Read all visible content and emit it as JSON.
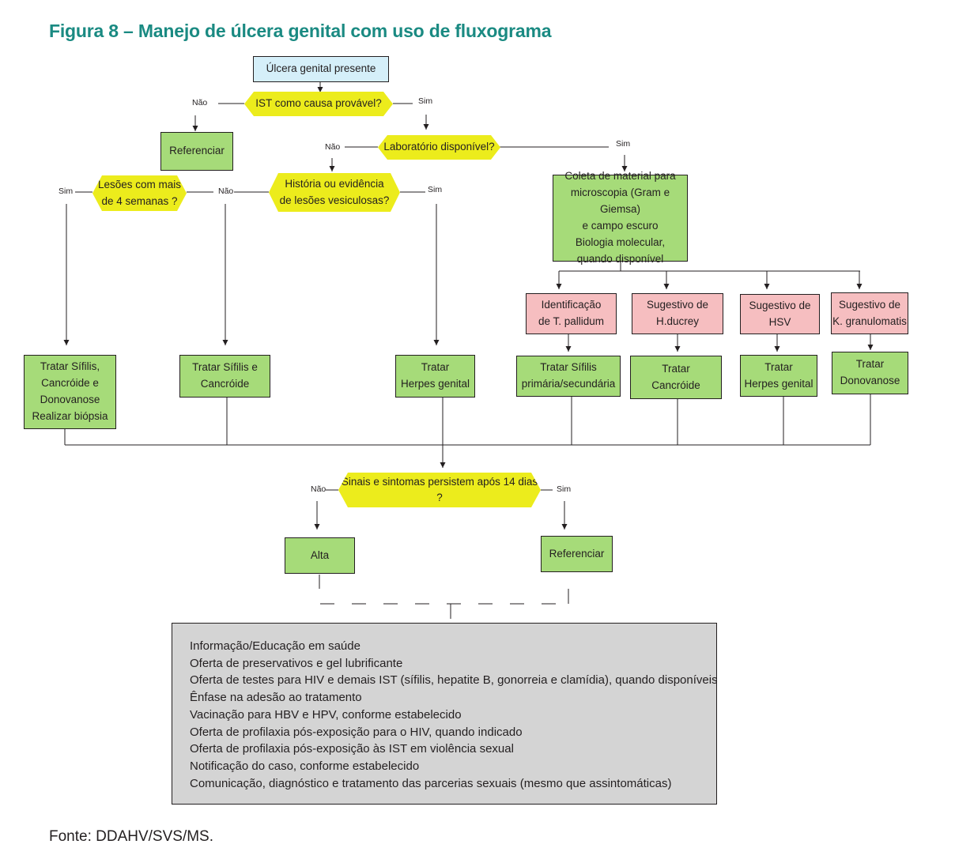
{
  "title": "Figura 8 – Manejo de úlcera genital com uso de fluxograma",
  "source": "Fonte: DDAHV/SVS/MS.",
  "colors": {
    "title": "#1a8a82",
    "start": "#d5eff9",
    "decision": "#ecec1c",
    "action": "#a6db79",
    "finding": "#f6bec0",
    "info_box": "#d4d4d4"
  },
  "nodes": {
    "start": "Úlcera genital presente",
    "q_ist": "IST como causa provável?",
    "referenciar_1": "Referenciar",
    "q_lab": "Laboratório disponível?",
    "q_lesoes": "Lesões com mais\nde 4 semanas ?",
    "q_historia": "História ou evidência\nde lesões vesiculosas?",
    "coleta": "Coleta de material para\nmicroscopia (Gram e Giemsa)\ne campo escuro\nBiologia molecular,\nquando disponível",
    "id_tpallidum": "Identificação\nde T. pallidum",
    "sug_hducrey": "Sugestivo de\nH.ducrey",
    "sug_hsv": "Sugestivo de\nHSV",
    "sug_kgranulomatis": "Sugestivo de\nK. granulomatis",
    "tratar_sifilis_cancroide_donovanose": "Tratar Sífilis,\nCancróide e\nDonovanose\nRealizar biópsia",
    "tratar_sifilis_cancroide": "Tratar Sífilis e\nCancróide",
    "tratar_herpes_1": "Tratar\nHerpes genital",
    "tratar_sifilis_primaria": "Tratar Sífilis\nprimária/secundária",
    "tratar_cancroide": "Tratar\nCancróide",
    "tratar_herpes_2": "Tratar\nHerpes genital",
    "tratar_donovanose": "Tratar\nDonovanose",
    "q_sinais": "Sinais e sintomas persistem após 14 dias ?",
    "alta": "Alta",
    "referenciar_2": "Referenciar"
  },
  "branch_labels": {
    "ist_no": "Não",
    "ist_yes": "Sim",
    "lab_no": "Não",
    "lab_yes": "Sim",
    "lesoes_yes": "Sim",
    "lesoes_no": "Não",
    "historia_yes": "Sim",
    "sinais_no": "Não",
    "sinais_yes": "Sim"
  },
  "info_items": [
    "Informação/Educação em saúde",
    "Oferta de preservativos e gel lubrificante",
    "Oferta de testes para HIV e demais IST (sífilis, hepatite B, gonorreia e clamídia), quando disponíveis",
    "Ênfase na adesão ao tratamento",
    "Vacinação para HBV e HPV, conforme estabelecido",
    "Oferta de profilaxia pós-exposição para o HIV, quando indicado",
    "Oferta de profilaxia pós-exposição às IST em violência sexual",
    "Notificação do caso, conforme estabelecido",
    "Comunicação, diagnóstico e tratamento das parcerias sexuais (mesmo que assintomáticas)"
  ]
}
